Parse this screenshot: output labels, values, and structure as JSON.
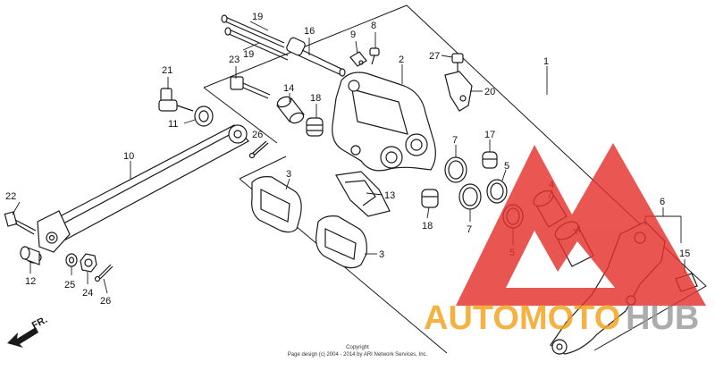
{
  "diagram": {
    "labels": [
      {
        "id": "l19a",
        "text": "19"
      },
      {
        "id": "l19b",
        "text": "19"
      },
      {
        "id": "l16",
        "text": "16"
      },
      {
        "id": "l9",
        "text": "9"
      },
      {
        "id": "l8",
        "text": "8"
      },
      {
        "id": "l27",
        "text": "27"
      },
      {
        "id": "l1",
        "text": "1"
      },
      {
        "id": "l21",
        "text": "21"
      },
      {
        "id": "l23",
        "text": "23"
      },
      {
        "id": "l14",
        "text": "14"
      },
      {
        "id": "l18a",
        "text": "18"
      },
      {
        "id": "l2",
        "text": "2"
      },
      {
        "id": "l20",
        "text": "20"
      },
      {
        "id": "l11",
        "text": "11"
      },
      {
        "id": "l26a",
        "text": "26"
      },
      {
        "id": "l10",
        "text": "10"
      },
      {
        "id": "l7a",
        "text": "7"
      },
      {
        "id": "l17",
        "text": "17"
      },
      {
        "id": "l5a",
        "text": "5"
      },
      {
        "id": "l3a",
        "text": "3"
      },
      {
        "id": "l13",
        "text": "13"
      },
      {
        "id": "l4a",
        "text": "4"
      },
      {
        "id": "l6",
        "text": "6"
      },
      {
        "id": "l22",
        "text": "22"
      },
      {
        "id": "l18b",
        "text": "18"
      },
      {
        "id": "l7b",
        "text": "7"
      },
      {
        "id": "l4b",
        "text": "4"
      },
      {
        "id": "l5b",
        "text": "5"
      },
      {
        "id": "l15",
        "text": "15"
      },
      {
        "id": "l3b",
        "text": "3"
      },
      {
        "id": "l12",
        "text": "12"
      },
      {
        "id": "l25",
        "text": "25"
      },
      {
        "id": "l24",
        "text": "24"
      },
      {
        "id": "l26b",
        "text": "26"
      }
    ],
    "direction_label": "FR.",
    "copyright_title": "Copyright",
    "copyright_line": "Page design (c) 2004 - 2014 by ARI Network Services, Inc."
  },
  "watermark": {
    "brand_left": "AUTOMOTO",
    "brand_right": "HUB",
    "colors": {
      "triangle": "#e5322d",
      "text_orange": "#f4a21a",
      "text_gray": "#9a9a9a"
    }
  }
}
